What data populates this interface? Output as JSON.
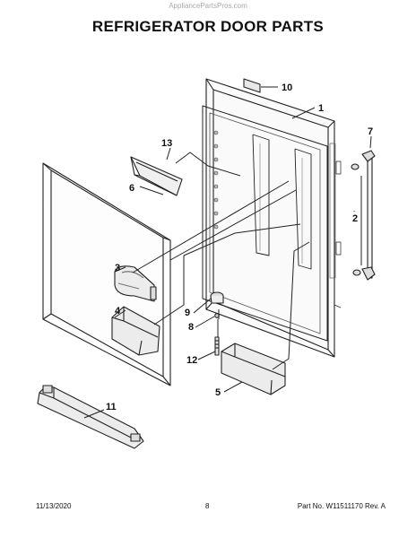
{
  "watermark": "AppliancePartsPros.com",
  "title": "REFRIGERATOR DOOR PARTS",
  "callouts": [
    "10",
    "1",
    "7",
    "13",
    "6",
    "2",
    "3",
    "9",
    "8",
    "4",
    "12",
    "5",
    "11"
  ],
  "footer": {
    "date": "11/13/2020",
    "page": "8",
    "part_number": "Part No.  W11511170  Rev.  A"
  }
}
